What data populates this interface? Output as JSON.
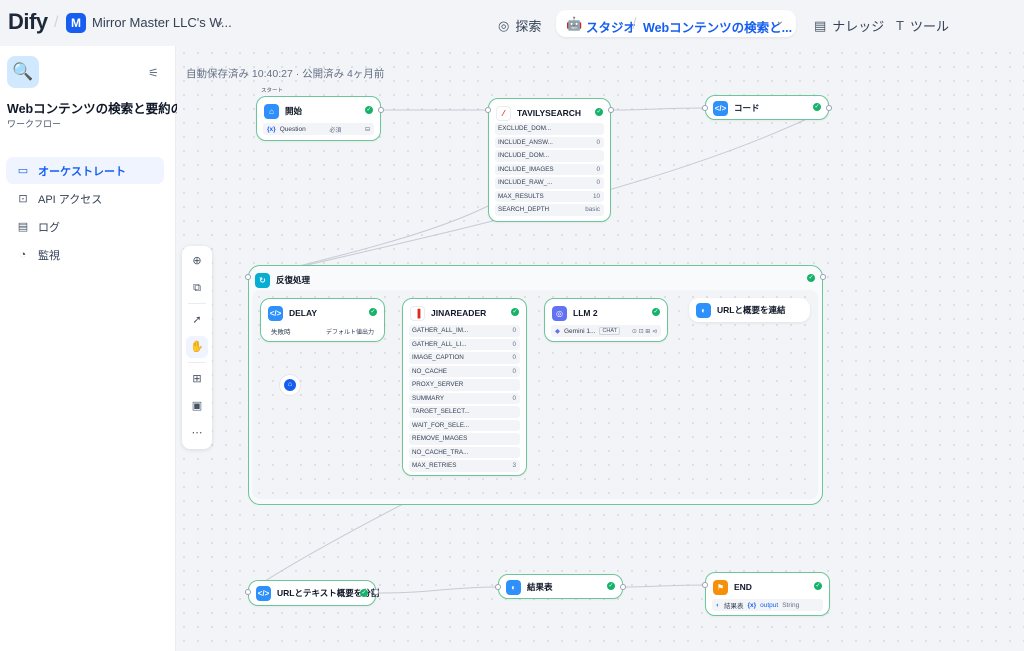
{
  "topbar": {
    "logo": "Dify",
    "workspace_initial": "M",
    "workspace_name": "Mirror Master LLC's W...",
    "nav": {
      "explore": "探索",
      "studio": "スタジオ",
      "app_name": "Webコンテンツの検索と...",
      "knowledge": "ナレッジ",
      "tools": "ツール"
    }
  },
  "sidebar": {
    "app_title": "Webコンテンツの検索と要約の...",
    "app_type": "ワークフロー",
    "items": [
      {
        "label": "オーケストレート",
        "icon": "orchestrate-icon",
        "active": true
      },
      {
        "label": "API アクセス",
        "icon": "terminal-icon",
        "active": false
      },
      {
        "label": "ログ",
        "icon": "log-icon",
        "active": false
      },
      {
        "label": "監視",
        "icon": "monitor-icon",
        "active": false
      }
    ]
  },
  "canvas": {
    "save_status": "自動保存済み 10:40:27 · 公開済み 4ヶ月前"
  },
  "nodes": {
    "start": {
      "tag": "スタート",
      "title": "開始",
      "var_name": "Question",
      "var_required": "必須"
    },
    "tavily": {
      "title": "TAVILYSEARCH",
      "rows": [
        {
          "k": "EXCLUDE_DOM...",
          "v": ""
        },
        {
          "k": "INCLUDE_ANSW...",
          "v": "0"
        },
        {
          "k": "INCLUDE_DOM...",
          "v": ""
        },
        {
          "k": "INCLUDE_IMAGES",
          "v": "0"
        },
        {
          "k": "INCLUDE_RAW_...",
          "v": "0"
        },
        {
          "k": "MAX_RESULTS",
          "v": "10"
        },
        {
          "k": "SEARCH_DEPTH",
          "v": "basic"
        }
      ]
    },
    "code": {
      "title": "コード"
    },
    "iteration": {
      "title": "反復処理"
    },
    "delay": {
      "title": "DELAY",
      "label": "失敗時",
      "value": "デフォルト値出力"
    },
    "jina": {
      "title": "JINAREADER",
      "rows": [
        {
          "k": "GATHER_ALL_IM...",
          "v": "0"
        },
        {
          "k": "GATHER_ALL_LI...",
          "v": "0"
        },
        {
          "k": "IMAGE_CAPTION",
          "v": "0"
        },
        {
          "k": "NO_CACHE",
          "v": "0"
        },
        {
          "k": "PROXY_SERVER",
          "v": ""
        },
        {
          "k": "SUMMARY",
          "v": "0"
        },
        {
          "k": "TARGET_SELECT...",
          "v": ""
        },
        {
          "k": "WAIT_FOR_SELE...",
          "v": ""
        },
        {
          "k": "REMOVE_IMAGES",
          "v": ""
        },
        {
          "k": "NO_CACHE_TRA...",
          "v": ""
        },
        {
          "k": "MAX_RETRIES",
          "v": "3"
        }
      ]
    },
    "llm": {
      "title": "LLM 2",
      "model": "Gemini 1...",
      "mode": "CHAT"
    },
    "concat": {
      "title": "URLと概要を連結"
    },
    "split": {
      "title": "URLとテキスト概要を分割"
    },
    "result": {
      "title": "結果表"
    },
    "end": {
      "title": "END",
      "var_source": "結果表",
      "var_name": "output",
      "var_type": "String"
    }
  }
}
